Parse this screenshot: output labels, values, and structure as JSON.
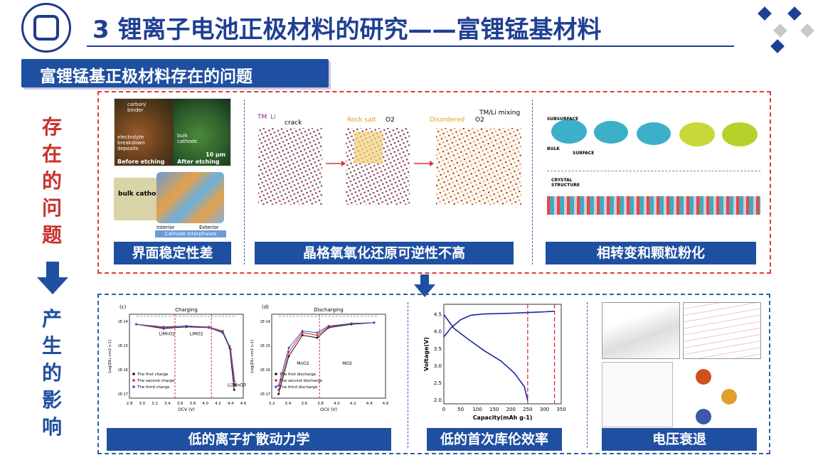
{
  "title": "3 锂离子电池正极材料的研究——富锂锰基材料",
  "subtitle": "富锂锰基正极材料存在的问题",
  "problems_label": [
    "存",
    "在",
    "的",
    "问",
    "题"
  ],
  "impact_label": [
    "产",
    "生",
    "的",
    "影",
    "响"
  ],
  "problems": [
    {
      "caption": "界面稳定性差"
    },
    {
      "caption": "晶格氧氧化还原可逆性不高"
    },
    {
      "caption": "相转变和颗粒粉化"
    }
  ],
  "impacts": [
    {
      "caption": "低的离子扩散动力学"
    },
    {
      "caption": "低的首次库伦效率"
    },
    {
      "caption": "电压衰退"
    }
  ],
  "fig_text": {
    "etch_before": "Before etching",
    "etch_after": "After etching",
    "carbon": "carbon/ binder",
    "electrolyte": "electrolyte breakdown deposits",
    "bulk_cathode": "bulk cathode",
    "scale": "10 μm",
    "cei_bulk": "bulk cathode",
    "cei_interior": "Interior",
    "cei_exterior": "Exterior",
    "cei_label": "Cathode Interphases",
    "tm": "TM",
    "li": "Li",
    "crack": "crack",
    "rock_salt": "Rock salt",
    "o2": "O2",
    "disordered": "Disordered",
    "tm_li_mixing": "TM/Li mixing",
    "subsurface": "SUBSURFACE",
    "bulk": "BULK",
    "surface": "SURFACE",
    "crystal_structure": "CRYSTAL STRUCTURE"
  },
  "chart_c": {
    "panel": "(c)",
    "header": "Charging",
    "xlabel": "OCV (V)",
    "ylabel": "Log(DLi cm2 s-1)",
    "xticks": [
      "2.8",
      "3.0",
      "3.2",
      "3.4",
      "3.6",
      "3.8",
      "4.0",
      "4.2",
      "4.4",
      "4.6"
    ],
    "yticks": [
      "1E-14",
      "1E-15",
      "1E-16",
      "1E-17"
    ],
    "annot": [
      "LiMnO2",
      "LiMO2",
      "Li2MnO3"
    ],
    "legend": [
      "The first charge",
      "The second charge",
      "The third charge"
    ]
  },
  "chart_d": {
    "panel": "(d)",
    "header": "Discharging",
    "xlabel": "OCV (V)",
    "ylabel": "Log(DLi cm2 s-1)",
    "xticks": [
      "3.2",
      "3.4",
      "3.6",
      "3.8",
      "4.0",
      "4.2",
      "4.4",
      "4.6"
    ],
    "yticks": [
      "1E-14",
      "1E-15",
      "1E-16",
      "1E-17"
    ],
    "annot": [
      "MnO2",
      "MO2"
    ],
    "legend": [
      "The first discharge",
      "The second discharge",
      "The third discharge"
    ]
  },
  "chart_data": {
    "type": "line",
    "title": "",
    "xlabel": "Capacity(mAh g-1)",
    "ylabel": "Voltage(V)",
    "xlim": [
      0,
      350
    ],
    "ylim": [
      1.9,
      4.8
    ],
    "xticks": [
      0,
      50,
      100,
      150,
      200,
      250,
      300,
      350
    ],
    "yticks": [
      2.0,
      2.5,
      3.0,
      3.5,
      4.0,
      4.5
    ],
    "series": [
      {
        "x": [
          0,
          20,
          50,
          80,
          120,
          160,
          200,
          250,
          300,
          330
        ],
        "y": [
          3.85,
          4.1,
          4.35,
          4.48,
          4.52,
          4.53,
          4.54,
          4.56,
          4.58,
          4.6
        ]
      },
      {
        "x": [
          0,
          30,
          70,
          120,
          170,
          210,
          240,
          250
        ],
        "y": [
          4.5,
          4.1,
          3.8,
          3.45,
          3.15,
          2.8,
          2.4,
          2.0
        ]
      }
    ],
    "vlines": [
      250,
      330
    ]
  },
  "colors": {
    "title_blue": "#1f3f93",
    "caption_blue": "#1f4fa0",
    "red_dash": "#d93c3c"
  }
}
